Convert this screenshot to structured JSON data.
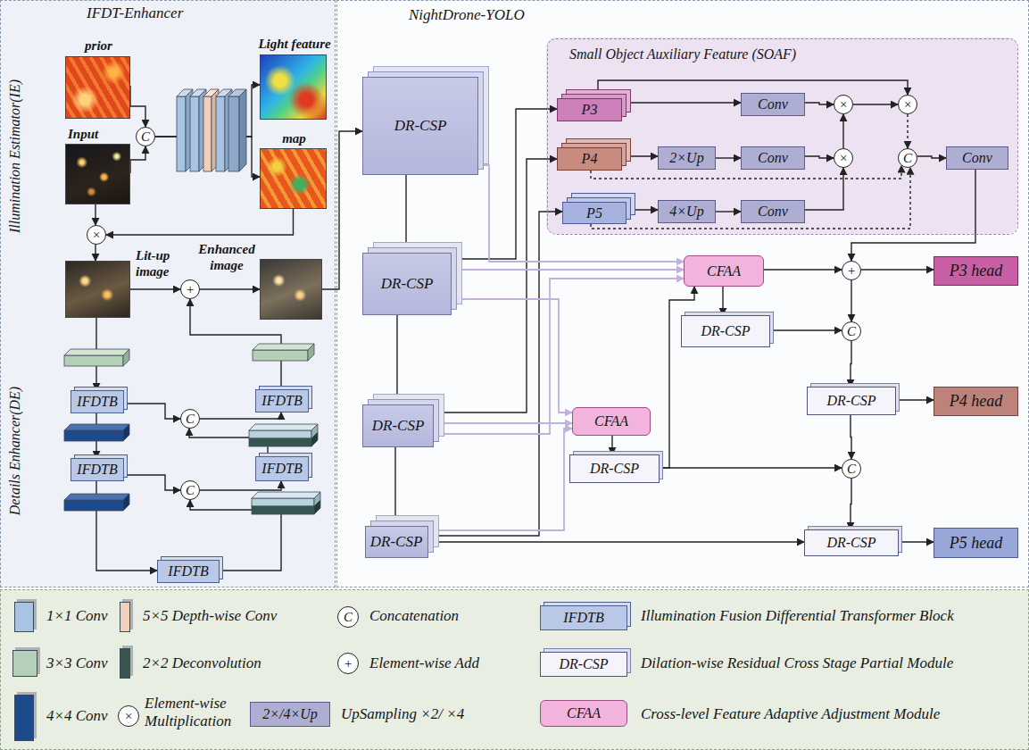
{
  "diagram": {
    "nodes": [
      {
        "text": [
          "IFDT-Enhancer"
        ]
      },
      {
        "text": [
          "prior"
        ],
        "in": 0
      },
      {
        "text": [
          "Input"
        ],
        "in": 0
      },
      {
        "text": [
          "C"
        ],
        "in": 0
      },
      {
        "text": [
          "Light feature"
        ],
        "in": 0
      },
      {
        "text": [
          "map"
        ],
        "in": 0
      },
      {
        "text": [
          "×"
        ],
        "in": 0
      },
      {
        "text": [
          "Lit-up image"
        ],
        "in": 0
      },
      {
        "text": [
          "+"
        ],
        "in": 0
      },
      {
        "text": [
          "Enhanced image"
        ],
        "in": 0
      },
      {
        "text": [
          "IFDTB"
        ],
        "in": 0
      },
      {
        "text": [
          "C"
        ],
        "in": 0
      },
      {
        "text": [
          "IFDTB"
        ],
        "in": 0
      },
      {
        "text": [
          "IFDTB"
        ],
        "in": 0
      },
      {
        "text": [
          "C"
        ],
        "in": 0
      },
      {
        "text": [
          "IFDTB"
        ],
        "in": 0
      },
      {
        "text": [
          "IFDTB"
        ],
        "in": 0
      },
      {
        "text": [
          "NightDrone-YOLO"
        ]
      },
      {
        "text": [
          "Small Object Auxiliary Feature (SOAF)"
        ],
        "in": 17
      },
      {
        "text": [
          "P3"
        ],
        "in": 18
      },
      {
        "text": [
          "Conv"
        ],
        "in": 18
      },
      {
        "text": [
          "×"
        ],
        "in": 18
      },
      {
        "text": [
          "×"
        ],
        "in": 18
      },
      {
        "text": [
          "P4"
        ],
        "in": 18
      },
      {
        "text": [
          "2×Up"
        ],
        "in": 18
      },
      {
        "text": [
          "Conv"
        ],
        "in": 18
      },
      {
        "text": [
          "×"
        ],
        "in": 18
      },
      {
        "text": [
          "C"
        ],
        "in": 18
      },
      {
        "text": [
          "Conv"
        ],
        "in": 18
      },
      {
        "text": [
          "P5"
        ],
        "in": 18
      },
      {
        "text": [
          "4×Up"
        ],
        "in": 18
      },
      {
        "text": [
          "Conv"
        ],
        "in": 18
      },
      {
        "text": [
          "DR-CSP"
        ],
        "in": 17
      },
      {
        "text": [
          "DR-CSP"
        ],
        "in": 17
      },
      {
        "text": [
          "CFAA"
        ],
        "in": 17
      },
      {
        "text": [
          "+"
        ],
        "in": 17
      },
      {
        "text": [
          "P3 head"
        ],
        "in": 17
      },
      {
        "text": [
          "DR-CSP"
        ],
        "in": 17
      },
      {
        "text": [
          "C"
        ],
        "in": 17
      },
      {
        "text": [
          "DR-CSP"
        ],
        "in": 17
      },
      {
        "text": [
          "P4 head"
        ],
        "in": 17
      },
      {
        "text": [
          "DR-CSP"
        ],
        "in": 17
      },
      {
        "text": [
          "CFAA"
        ],
        "in": 17
      },
      {
        "text": [
          "DR-CSP"
        ],
        "in": 17
      },
      {
        "text": [
          "C"
        ],
        "in": 17
      },
      {
        "text": [
          "DR-CSP"
        ],
        "in": 17
      },
      {
        "text": [
          "DR-CSP"
        ],
        "in": 17
      },
      {
        "text": [
          "P5 head"
        ],
        "in": 17
      }
    ],
    "edges": [
      {
        "from": 1,
        "to": 3,
        "arrow": "to"
      },
      {
        "from": 2,
        "to": 3,
        "arrow": "to"
      },
      {
        "from": 3,
        "to": 4,
        "arrow": "to"
      },
      {
        "from": 3,
        "to": 5,
        "arrow": "to"
      },
      {
        "from": 2,
        "to": 6,
        "arrow": "to"
      },
      {
        "from": 5,
        "to": 6,
        "arrow": "to"
      },
      {
        "from": 6,
        "to": 7,
        "arrow": "to"
      },
      {
        "from": 7,
        "to": 8,
        "arrow": "to"
      },
      {
        "from": 8,
        "to": 9,
        "arrow": "to"
      },
      {
        "from": 7,
        "to": 10,
        "arrow": "to"
      },
      {
        "from": 10,
        "to": 13,
        "arrow": "to"
      },
      {
        "from": 13,
        "to": 16,
        "arrow": "to"
      },
      {
        "from": 10,
        "to": 11,
        "arrow": "to"
      },
      {
        "from": 13,
        "to": 14,
        "arrow": "to"
      },
      {
        "from": 16,
        "to": 14,
        "arrow": "to"
      },
      {
        "from": 14,
        "to": 15,
        "arrow": "to"
      },
      {
        "from": 15,
        "to": 11,
        "arrow": "to"
      },
      {
        "from": 11,
        "to": 12,
        "arrow": "to"
      },
      {
        "from": 12,
        "to": 8,
        "arrow": "to"
      },
      {
        "from": 9,
        "to": 32,
        "arrow": "to"
      },
      {
        "from": 32,
        "to": 33,
        "arrow": "to"
      },
      {
        "from": 33,
        "to": 41,
        "arrow": "to"
      },
      {
        "from": 41,
        "to": 45,
        "arrow": "to"
      },
      {
        "from": 33,
        "to": 19,
        "arrow": "to"
      },
      {
        "from": 41,
        "to": 23,
        "arrow": "to"
      },
      {
        "from": 45,
        "to": 29,
        "arrow": "to"
      },
      {
        "from": 45,
        "to": 46,
        "arrow": "to"
      },
      {
        "from": 32,
        "to": 34,
        "arrow": "to"
      },
      {
        "from": 33,
        "to": 34,
        "arrow": "to"
      },
      {
        "from": 41,
        "to": 34,
        "arrow": "to"
      },
      {
        "from": 33,
        "to": 42,
        "arrow": "to"
      },
      {
        "from": 41,
        "to": 42,
        "arrow": "to"
      },
      {
        "from": 45,
        "to": 42,
        "arrow": "to"
      },
      {
        "from": 42,
        "to": 43,
        "arrow": "to"
      },
      {
        "from": 43,
        "to": 34,
        "arrow": "to"
      },
      {
        "from": 43,
        "to": 44,
        "arrow": "to"
      },
      {
        "from": 34,
        "to": 35,
        "arrow": "to"
      },
      {
        "from": 34,
        "to": 37,
        "arrow": "to"
      },
      {
        "from": 37,
        "to": 38,
        "arrow": "to"
      },
      {
        "from": 35,
        "to": 38,
        "arrow": "to"
      },
      {
        "from": 38,
        "to": 39,
        "arrow": "to"
      },
      {
        "from": 39,
        "to": 40,
        "arrow": "to"
      },
      {
        "from": 39,
        "to": 44,
        "arrow": "to"
      },
      {
        "from": 44,
        "to": 46,
        "arrow": "to"
      },
      {
        "from": 46,
        "to": 47,
        "arrow": "to"
      },
      {
        "from": 35,
        "to": 36,
        "arrow": "to"
      },
      {
        "from": 28,
        "to": 35,
        "arrow": "to"
      },
      {
        "from": 19,
        "to": 20,
        "arrow": "to"
      },
      {
        "from": 19,
        "to": 22,
        "arrow": "to"
      },
      {
        "from": 20,
        "to": 21,
        "arrow": "to"
      },
      {
        "from": 21,
        "to": 22,
        "arrow": "to"
      },
      {
        "from": 23,
        "to": 24,
        "arrow": "to"
      },
      {
        "from": 24,
        "to": 25,
        "arrow": "to"
      },
      {
        "from": 25,
        "to": 26,
        "arrow": "to"
      },
      {
        "from": 26,
        "to": 21,
        "arrow": "to"
      },
      {
        "from": 29,
        "to": 30,
        "arrow": "to"
      },
      {
        "from": 30,
        "to": 31,
        "arrow": "to"
      },
      {
        "from": 31,
        "to": 26,
        "arrow": "to"
      },
      {
        "from": 22,
        "to": 27,
        "arrow": "to"
      },
      {
        "from": 23,
        "to": 27,
        "arrow": "to"
      },
      {
        "from": 29,
        "to": 27,
        "arrow": "to"
      },
      {
        "from": 27,
        "to": 28,
        "arrow": "to"
      }
    ],
    "labels": [
      "Illumination Estimator(IE)",
      "Details Enhancer(DE)",
      "C",
      "IFDTB",
      "+",
      "DR-CSP",
      "×",
      "2×/4×Up",
      "CFAA"
    ],
    "legend": [
      {
        "text": "1×1 Conv",
        "color": "#a9c4e3"
      },
      {
        "text": "5×5 Depth-wise Conv",
        "color": "#f2cfb8"
      },
      {
        "text": "Concatenation"
      },
      {
        "text": "Illumination Fusion Differential Transformer Block"
      },
      {
        "text": "3×3 Conv",
        "color": "#b5d0b6"
      },
      {
        "text": "2×2 Deconvolution",
        "color": "#37564f"
      },
      {
        "text": "Element-wise Add"
      },
      {
        "text": "Dilation-wise Residual Cross Stage Partial Module"
      },
      {
        "text": "4×4 Conv",
        "color": "#1d4a8a"
      },
      {
        "text": "Element-wise Multiplication"
      },
      {
        "text": "UpSampling ×2/ ×4"
      },
      {
        "text": "Cross-level Feature Adaptive Adjustment Module"
      }
    ]
  }
}
